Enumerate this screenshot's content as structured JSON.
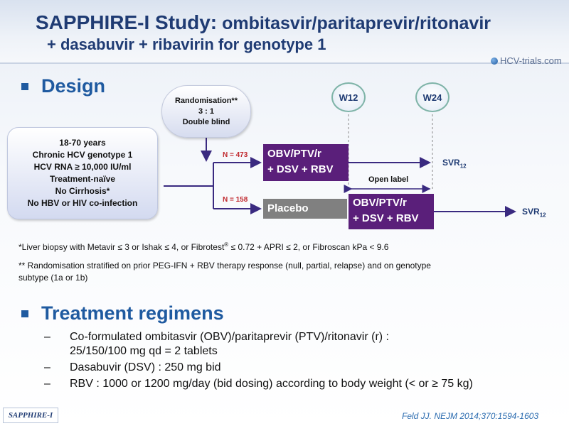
{
  "header": {
    "title_main": "SAPPHIRE-I Study:",
    "title_sub1": " ombitasvir/paritaprevir/ritonavir",
    "title_line2": "+ dasabuvir + ribavirin for genotype 1",
    "logo_text": "HCV-trials.com"
  },
  "design": {
    "heading": "Design",
    "randomisation": [
      "Randomisation**",
      "3 : 1",
      "Double blind"
    ],
    "criteria": [
      "18-70 years",
      "Chronic HCV genotype 1",
      "HCV RNA ≥ 10,000 IU/ml",
      "Treatment-naïve",
      "No Cirrhosis*",
      "No HBV or HIV co-infection"
    ],
    "week12": "W12",
    "week24": "W24",
    "arm1_n": "N = 473",
    "arm1_line1": "OBV/PTV/r",
    "arm1_line2": "+ DSV + RBV",
    "arm2_n": "N = 158",
    "placebo": "Placebo",
    "open_label": "Open label",
    "arm2_line1": "OBV/PTV/r",
    "arm2_line2": "+ DSV + RBV",
    "svr_main": "SVR",
    "svr_sub": "12"
  },
  "notes": {
    "note1_a": "*Liver biopsy with Metavir ≤ 3 or Ishak ≤ 4, or Fibrotest",
    "note1_sup": "®",
    "note1_b": " ≤ 0.72 + APRI ≤ 2, or Fibroscan kPa < 9.6",
    "note2_line1": "** Randomisation stratified on prior PEG-IFN + RBV therapy response (null, partial, relapse) and on genotype",
    "note2_line2": "subtype (1a or 1b)"
  },
  "treatment": {
    "heading": "Treatment regimens",
    "items": [
      {
        "dash": "–",
        "line1": "Co-formulated ombitasvir (OBV)/paritaprevir (PTV)/ritonavir (r) :",
        "line2": "25/150/100 mg qd = 2 tablets"
      },
      {
        "dash": "–",
        "line1": "Dasabuvir (DSV) : 250 mg bid"
      },
      {
        "dash": "–",
        "line1": "RBV : 1000 or 1200 mg/day (bid dosing) according to body weight  (< or ≥ 75 kg)"
      }
    ]
  },
  "footer": {
    "study_tag": "SAPPHIRE-I",
    "citation": "Feld JJ. NEJM 2014;370:1594-1603"
  },
  "colors": {
    "title": "#1f3b73",
    "accent": "#1f5aa0",
    "arm_box": "#5a1f7a",
    "placebo_box": "#808080",
    "n_label": "#c0282d",
    "line": "#3a2a80"
  }
}
